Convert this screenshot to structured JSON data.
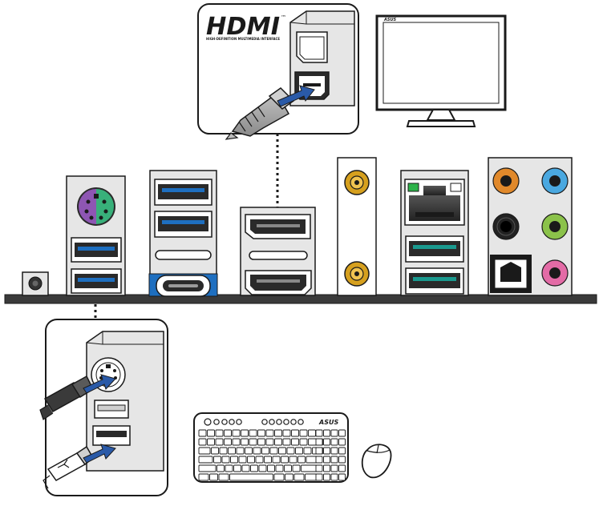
{
  "hdmi_logo": {
    "text": "HDMI",
    "trademark": "™",
    "tagline": "HIGH-DEFINITION MULTIMEDIA INTERFACE"
  },
  "monitor": {
    "brand": "ASUS"
  },
  "keyboard": {
    "brand": "ASUS"
  },
  "colors": {
    "stroke": "#1a1a1a",
    "panel": "#e6e6e6",
    "usb_blue": "#1e6fc0",
    "usb_teal": "#1a9a8f",
    "ps2_purple": "#8e56b3",
    "ps2_green": "#38b07a",
    "audio_orange": "#e1892b",
    "audio_blue": "#4aa8e0",
    "audio_black": "#222222",
    "audio_green": "#8bc24a",
    "audio_pink": "#e36ba6",
    "antenna_gold": "#d6a01e",
    "lan_led_green": "#2db34a",
    "arrow_blue": "#2a5aa8"
  },
  "icons": [
    "hdmi-logo",
    "monitor-icon",
    "keyboard-icon",
    "mouse-icon",
    "usb-plug-icon",
    "ps2-plug-icon",
    "hdmi-plug-icon",
    "arrow-icon"
  ]
}
